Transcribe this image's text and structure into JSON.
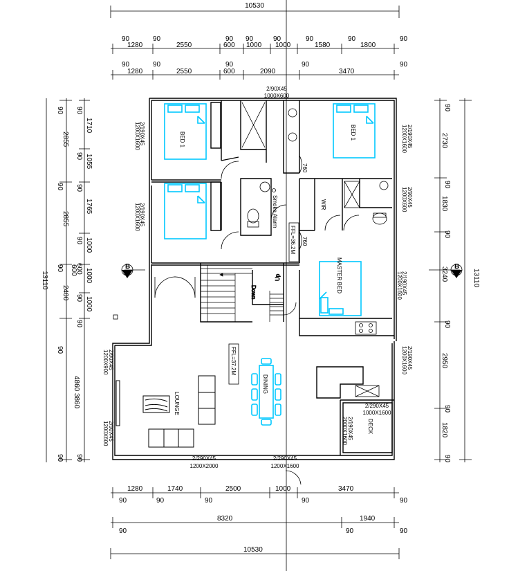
{
  "dims": {
    "top": {
      "overall": "10530",
      "row1": [
        "1280",
        "2550",
        "600",
        "1000",
        "1000",
        "1580",
        "1800"
      ],
      "row1_walls": [
        "90",
        "90",
        "90",
        "90",
        "90",
        "90",
        "90"
      ],
      "row2": [
        "1280",
        "2550",
        "600",
        "2090",
        "3470"
      ],
      "row2_walls": [
        "90",
        "90",
        "90"
      ]
    },
    "bottom": {
      "row1": [
        "1280",
        "1740",
        "2500",
        "1000",
        "3470"
      ],
      "row1_walls": [
        "90",
        "90",
        "90",
        "90",
        "90"
      ],
      "row2": [
        "8320",
        "1940"
      ],
      "row2_walls": [
        "90",
        "90",
        "90"
      ],
      "overall": "10530"
    },
    "left": {
      "overall": "13110",
      "outer": [
        "2855",
        "2855",
        "2400",
        "4860"
      ],
      "outer_walls": [
        "90",
        "90",
        "90",
        "90",
        "90"
      ],
      "inner": [
        "1710",
        "1055",
        "1765",
        "1000",
        "1000",
        "1000",
        "3860"
      ],
      "inner_walls": [
        "90",
        "90",
        "90",
        "90",
        "90",
        "90",
        "600",
        "600",
        "90"
      ]
    },
    "right": {
      "overall": "13110",
      "inner": [
        "2730",
        "1830",
        "3240",
        "2950",
        "1820"
      ],
      "inner_walls": [
        "90",
        "90",
        "90",
        "90",
        "90",
        "90"
      ]
    }
  },
  "openings": {
    "top_window": [
      "2/90X45",
      "1000X600"
    ],
    "bed_left_top": [
      "2/190X45",
      "1200X1600"
    ],
    "bed_left_bottom": [
      "2/190X45",
      "1200X1600"
    ],
    "bed_right_top": [
      "2/190X45",
      "1200X1600"
    ],
    "ensuite_window": [
      "2/90X45",
      "1200X600"
    ],
    "master_window": [
      "2/190X45",
      "1200X1600"
    ],
    "kitchen_window": [
      "2/190X45",
      "1200X1600"
    ],
    "lounge_window_top": [
      "2/90X45",
      "1200X900"
    ],
    "lounge_window_bottom": [
      "2/90X45",
      "1200X600"
    ],
    "deck_door": [
      "2/290X45",
      "1000X1600"
    ],
    "deck_side": [
      "2/190X45",
      "2000X1600"
    ],
    "bottom_door_left": [
      "2/290X45",
      "1200X2000"
    ],
    "bottom_door_right": [
      "2/290X45",
      "1200X1600"
    ]
  },
  "rooms": {
    "bed_left_top": "BED 1",
    "bed_right_top": "BED 1",
    "master": "MASTER BED",
    "wir": "WIR",
    "lounge": "LOUNGE",
    "dining": "DINING",
    "deck": "DECK"
  },
  "notes": {
    "smoke_alarm": "Smoke Alarm",
    "ffl_upper": "FFL=36.2M",
    "ffl_lower": "FFL=37.2M",
    "stair_down": "Down",
    "stair_up": "Up",
    "door_760_a": "760",
    "door_760_b": "760",
    "section_left": "B",
    "section_right": "B"
  },
  "colors": {
    "line": "#000000",
    "furniture": "#00c8ff"
  }
}
